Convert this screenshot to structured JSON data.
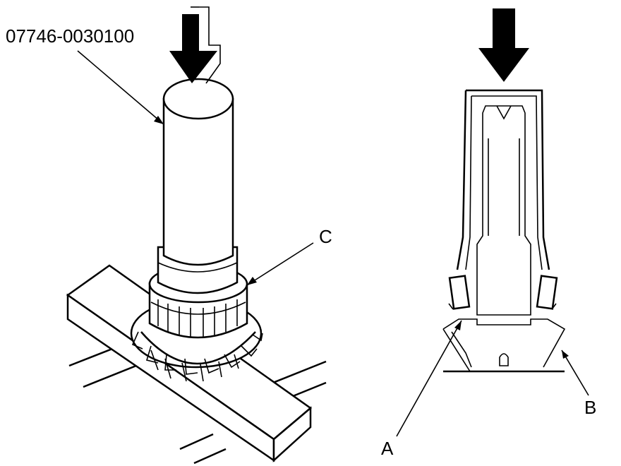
{
  "labels": {
    "tool_number": "07746-0030100",
    "callout_c": "C",
    "callout_a": "A",
    "callout_b": "B"
  },
  "icons": [
    "down-arrow-icon",
    "down-arrow-icon"
  ],
  "colors": {
    "ink": "#000000",
    "paper": "#ffffff"
  }
}
